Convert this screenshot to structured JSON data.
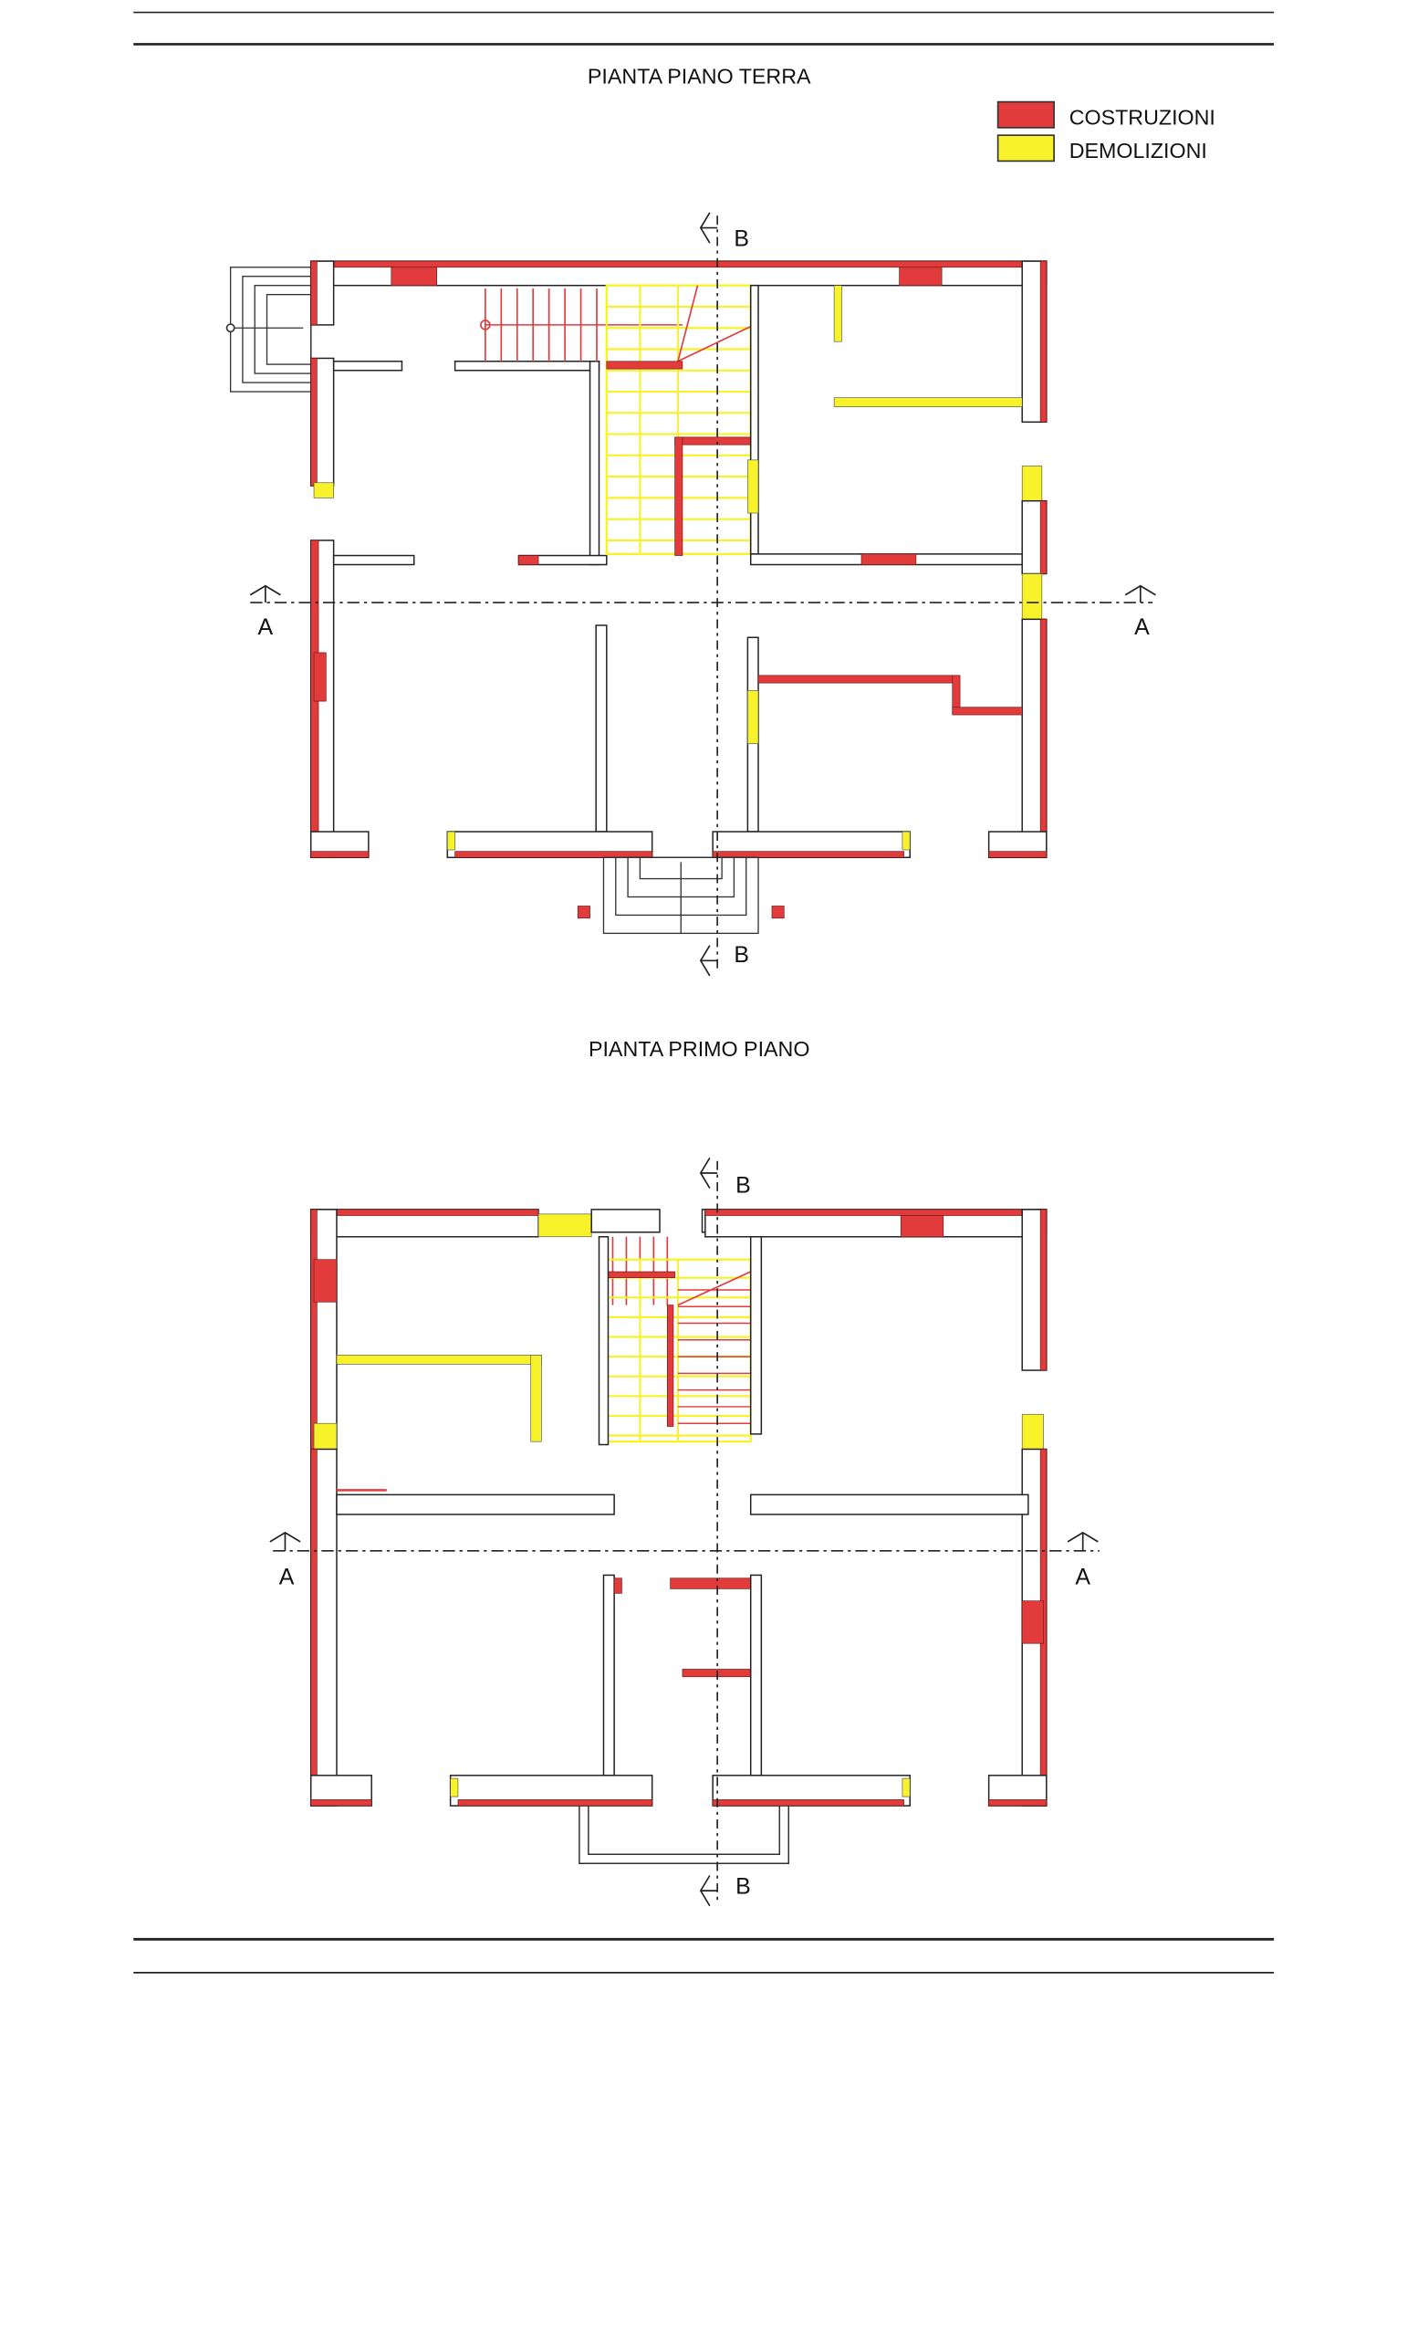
{
  "plans": [
    {
      "title": "PIANTA PIANO TERRA",
      "section_a": "A",
      "section_b": "B"
    },
    {
      "title": "PIANTA PRIMO PIANO",
      "section_a": "A",
      "section_b": "B"
    }
  ],
  "legend": {
    "items": [
      {
        "label": "COSTRUZIONI",
        "color": "#e23b3b"
      },
      {
        "label": "DEMOLIZIONI",
        "color": "#f8f22a"
      }
    ]
  }
}
